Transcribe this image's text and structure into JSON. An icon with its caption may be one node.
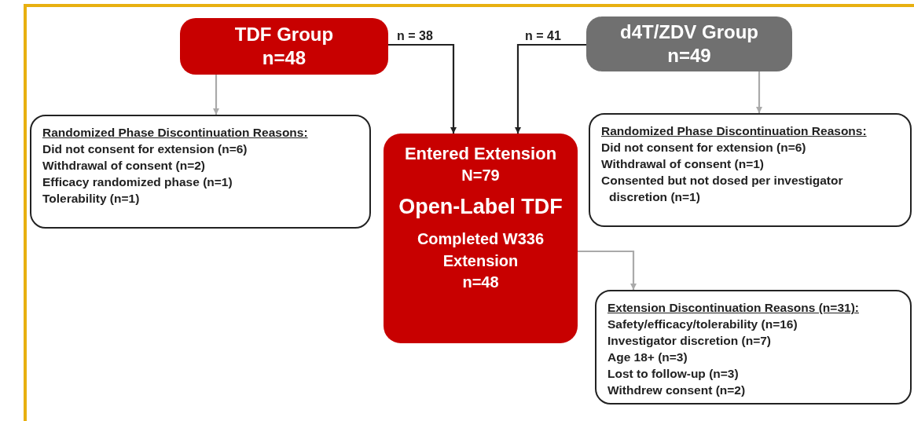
{
  "diagram": {
    "nodes": [
      {
        "text": [
          "TDF Group",
          "n=48"
        ]
      },
      {
        "text": [
          "d4T/ZDV Group",
          "n=49"
        ]
      },
      {
        "text": [
          "Randomized Phase Discontinuation Reasons:",
          "Did not consent for extension (n=6)",
          "Withdrawal of consent (n=2)",
          "Efficacy randomized phase (n=1)",
          "Tolerability (n=1)"
        ]
      },
      {
        "text": [
          "Entered Extension",
          "N=79",
          "Open-Label TDF",
          "Completed W336 Extension",
          "n=48"
        ]
      },
      {
        "text": [
          "Randomized Phase Discontinuation Reasons:",
          "Did not consent for extension (n=6)",
          "Withdrawal of consent (n=1)",
          "Consented but not dosed per investigator discretion (n=1)"
        ]
      },
      {
        "text": [
          "Extension Discontinuation Reasons (n=31):",
          "Safety/efficacy/tolerability (n=16)",
          "Investigator discretion (n=7)",
          "Age 18+ (n=3)",
          "Lost to follow-up (n=3)",
          "Withdrew consent (n=2)"
        ]
      }
    ],
    "edges": [
      {
        "from": 0,
        "to": 2,
        "arrow": "to"
      },
      {
        "from": 0,
        "to": 3,
        "arrow": "to",
        "label": "n = 38",
        "color": "#222222"
      },
      {
        "from": 1,
        "to": 3,
        "arrow": "to",
        "label": "n = 41",
        "color": "#222222"
      },
      {
        "from": 1,
        "to": 4,
        "arrow": "to"
      },
      {
        "from": 3,
        "to": 5,
        "arrow": "to"
      }
    ]
  }
}
